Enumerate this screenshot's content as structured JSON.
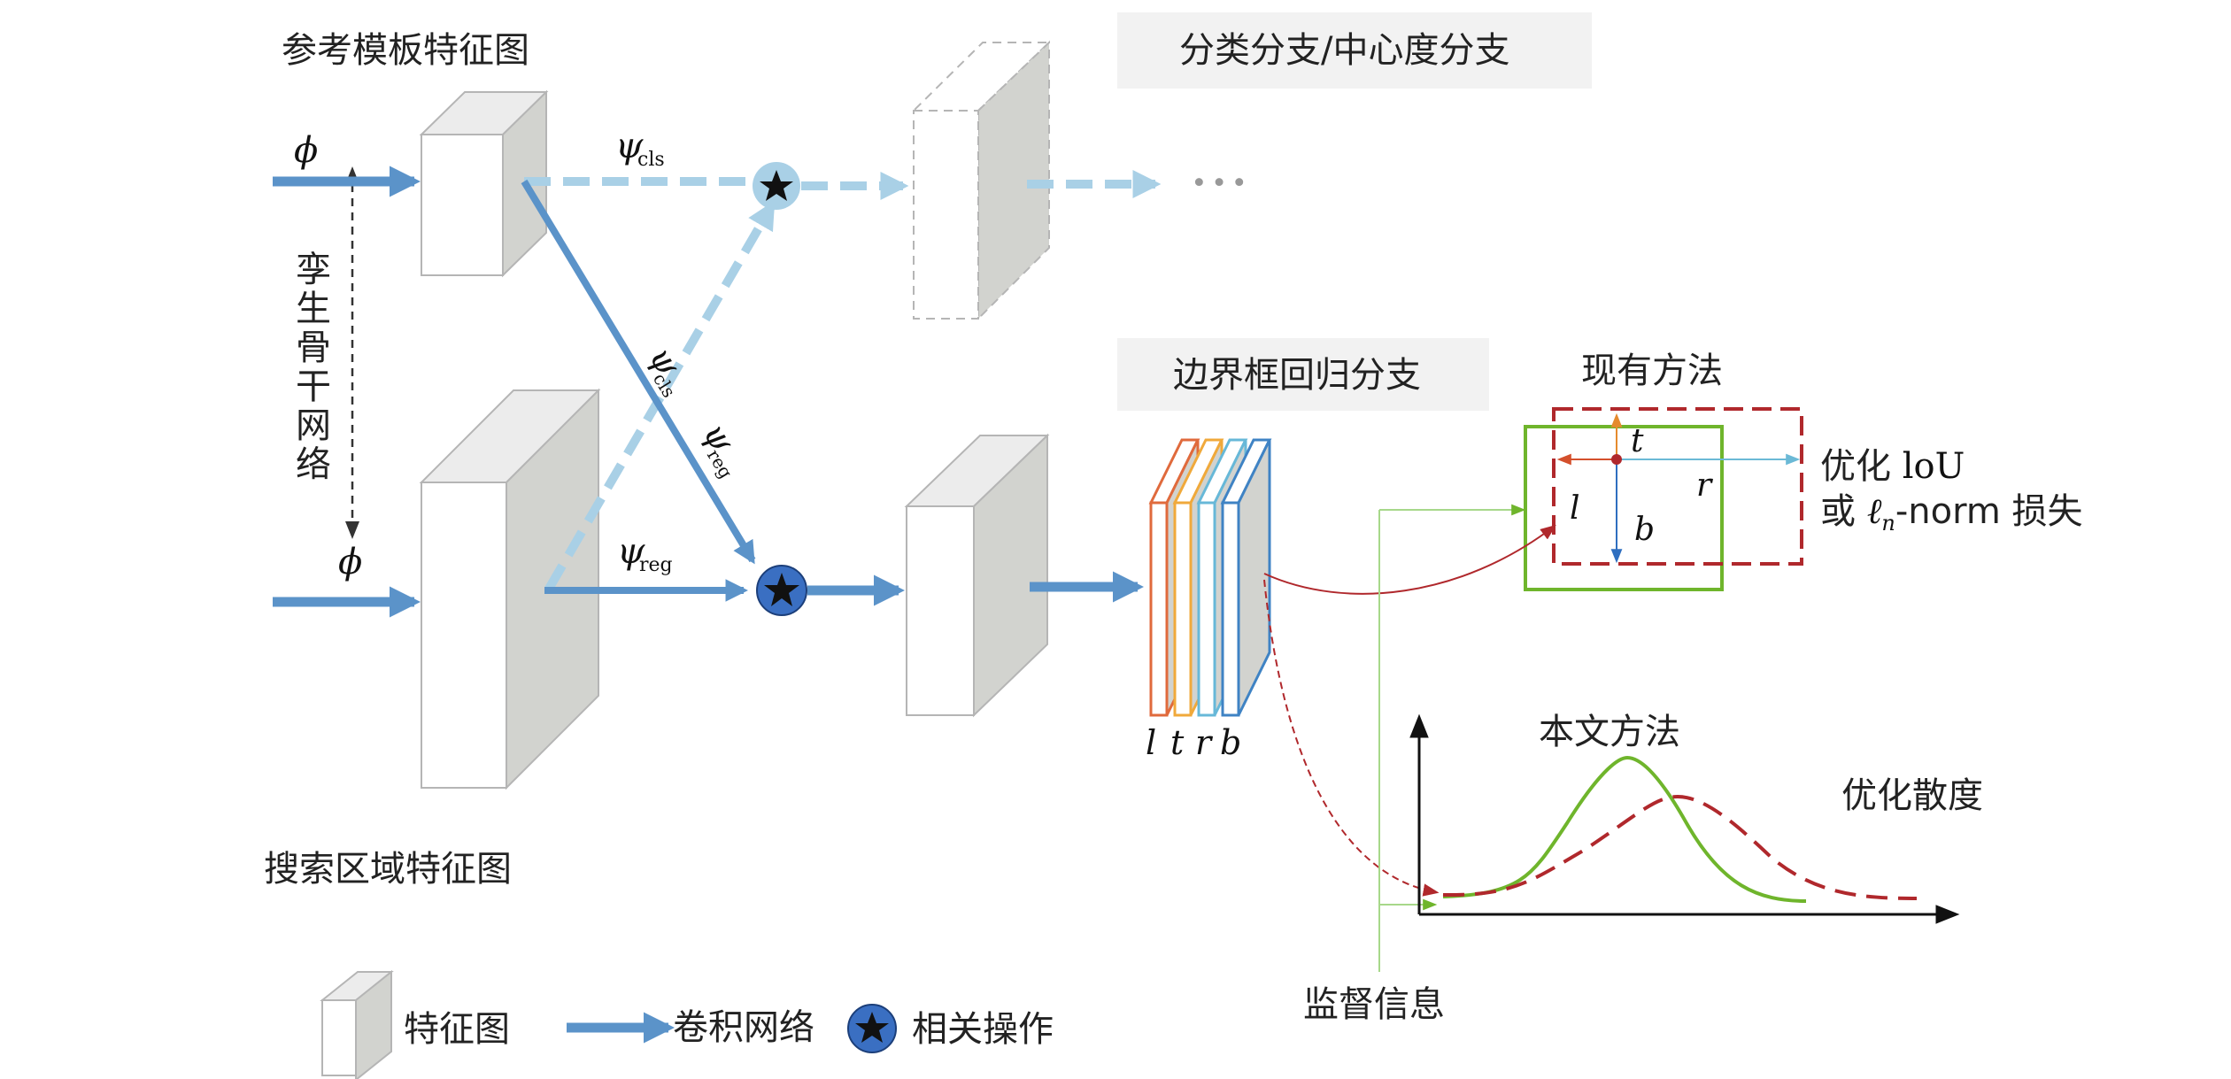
{
  "labels": {
    "template_feature": "参考模板特征图",
    "search_feature": "搜索区域特征图",
    "siamese_backbone": [
      "孪",
      "生",
      "骨",
      "干",
      "网",
      "络"
    ],
    "cls_branch": "分类分支/中心度分支",
    "reg_branch": "边界框回归分支",
    "existing_method": "现有方法",
    "our_method": "本文方法",
    "optimize_divergence": "优化散度",
    "supervision": "监督信息",
    "optimize_iou_line1_prefix": "优化 ",
    "optimize_iou_line1_term": "loU",
    "optimize_iou_line2_prefix": "或 ",
    "optimize_iou_line2_suffix": "-norm 损失"
  },
  "math": {
    "phi": "ϕ",
    "psi": "ψ",
    "cls": "cls",
    "reg": "reg",
    "ell": "ℓ",
    "n": "n",
    "ellipsis": "···"
  },
  "channel_labels": [
    "l",
    "t",
    "r",
    "b"
  ],
  "box_labels": {
    "t": "t",
    "l": "l",
    "r": "r",
    "b": "b"
  },
  "legend": {
    "feature_map": "特征图",
    "conv_net": "卷积网络",
    "correlation": "相关操作"
  },
  "colors": {
    "arrow_blue": "#5b93c9",
    "arrow_light": "#a9d0e6",
    "cube_face": "#ffffff",
    "cube_side": "#d2d3cf",
    "cube_edge": "#b5b5b5",
    "star_circle": "#3a6fc2",
    "green": "#6fb52c",
    "dark_red": "#b0282c",
    "layer_colors": [
      "#e06a3c",
      "#f0a93b",
      "#67b8d8",
      "#3f83c4"
    ]
  }
}
